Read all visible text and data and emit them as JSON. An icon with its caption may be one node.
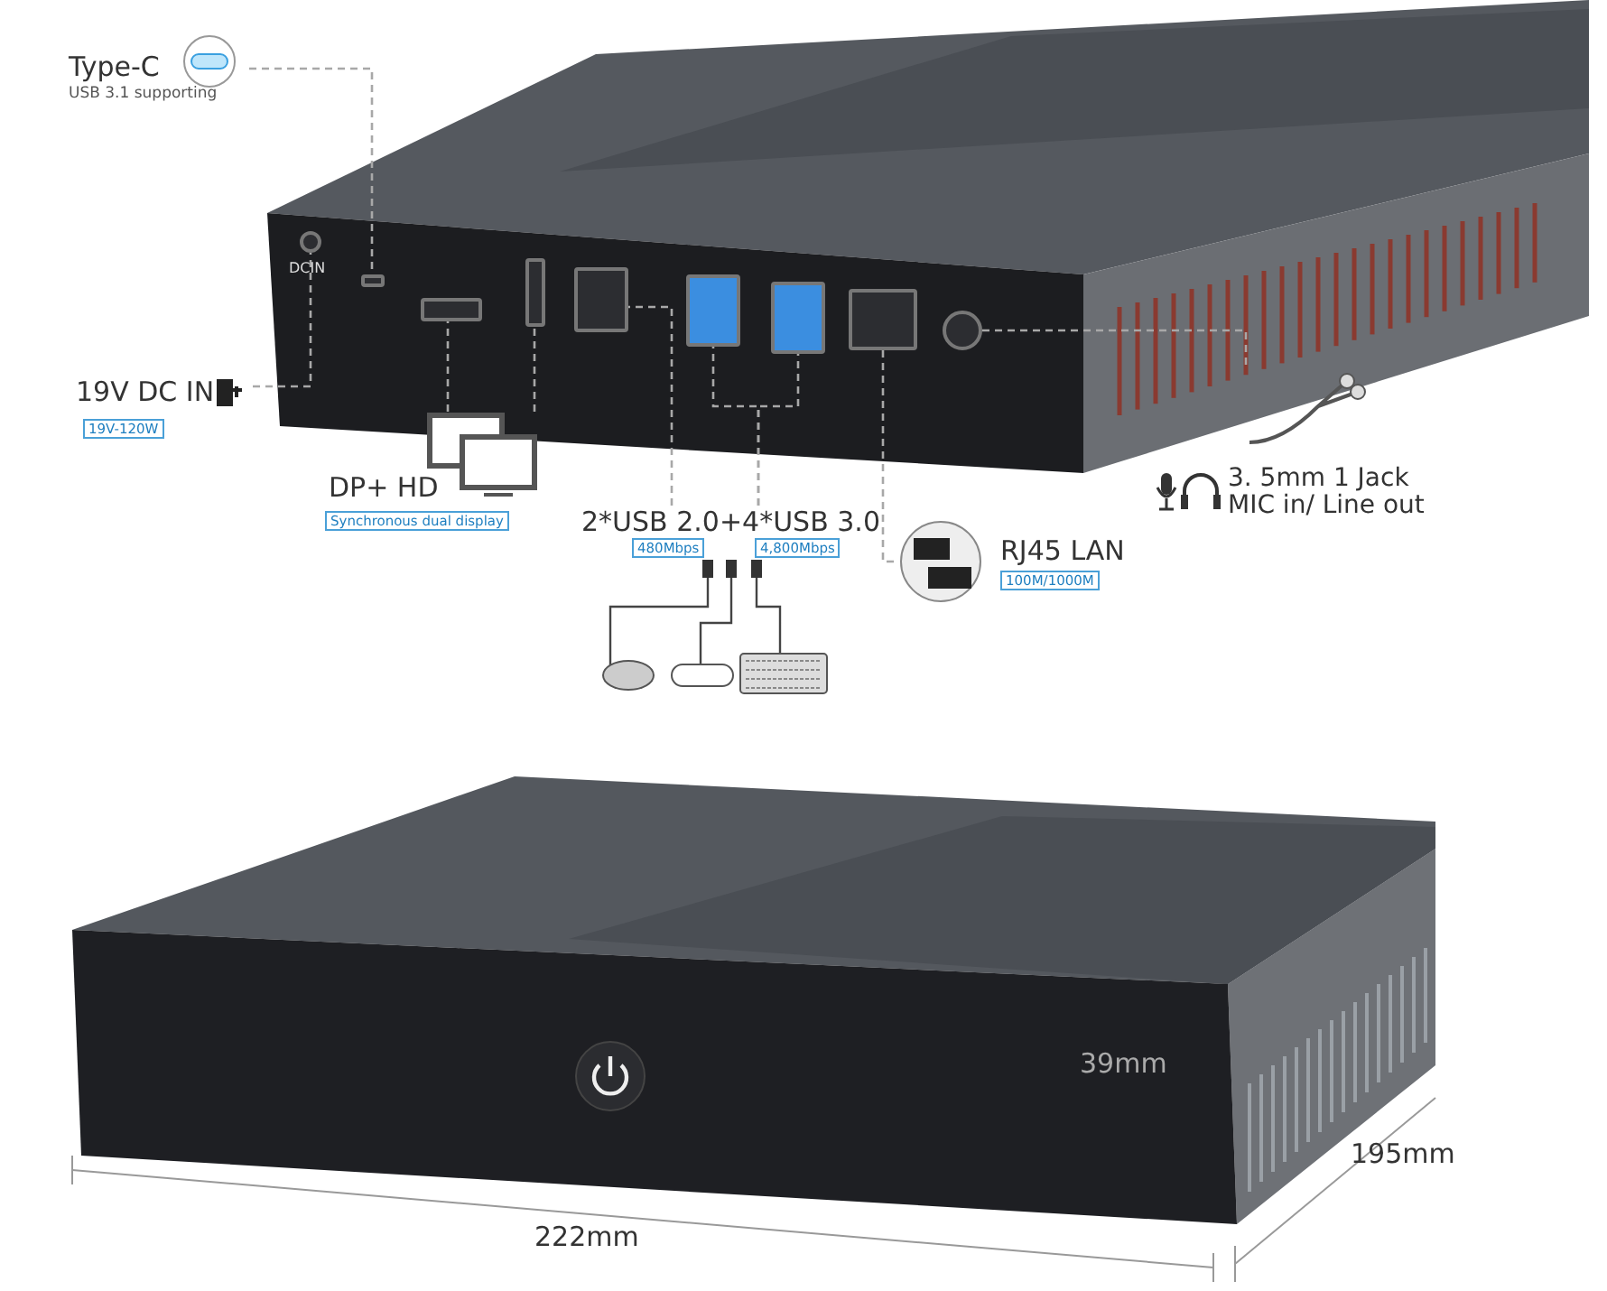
{
  "diagram": {
    "nodes": [
      {
        "text": [
          "Type-C",
          "USB 3.1 supporting"
        ]
      },
      {
        "text": [],
        "shape": "box"
      },
      {
        "text": [
          "19V DC IN",
          "19V-120W"
        ]
      },
      {
        "text": [],
        "shape": "circle"
      },
      {
        "text": [
          "DP+ HD",
          "Synchronous dual display"
        ]
      },
      {
        "text": [],
        "shape": "box"
      },
      {
        "text": [],
        "shape": "box"
      },
      {
        "text": [
          "2*USB 2.0+4*USB 3.0",
          "480Mbps",
          "4,800Mbps"
        ]
      },
      {
        "text": [],
        "shape": "box"
      },
      {
        "text": [],
        "shape": "box"
      },
      {
        "text": [],
        "shape": "box"
      },
      {
        "text": [
          "RJ45 LAN",
          "100M/1000M"
        ]
      },
      {
        "text": [],
        "shape": "box"
      },
      {
        "text": [
          "3. 5mm 1 Jack MIC in/ Line out"
        ]
      },
      {
        "text": [],
        "shape": "circle"
      }
    ],
    "edges": [
      {
        "from": 0,
        "to": 1,
        "arrow": "none",
        "style": "dashed"
      },
      {
        "from": 2,
        "to": 3,
        "arrow": "none",
        "style": "dashed"
      },
      {
        "from": 4,
        "to": 5,
        "arrow": "none",
        "style": "dashed"
      },
      {
        "from": 4,
        "to": 6,
        "arrow": "none",
        "style": "dashed"
      },
      {
        "from": 7,
        "to": 8,
        "arrow": "none",
        "style": "dashed"
      },
      {
        "from": 7,
        "to": 9,
        "arrow": "none",
        "style": "dashed"
      },
      {
        "from": 7,
        "to": 10,
        "arrow": "none",
        "style": "dashed"
      },
      {
        "from": 12,
        "to": 11,
        "arrow": "none",
        "style": "dashed"
      },
      {
        "from": 14,
        "to": 13,
        "arrow": "none",
        "style": "dashed"
      }
    ],
    "labels": [
      "DCIN",
      "39mm",
      "195mm",
      "222mm"
    ]
  }
}
